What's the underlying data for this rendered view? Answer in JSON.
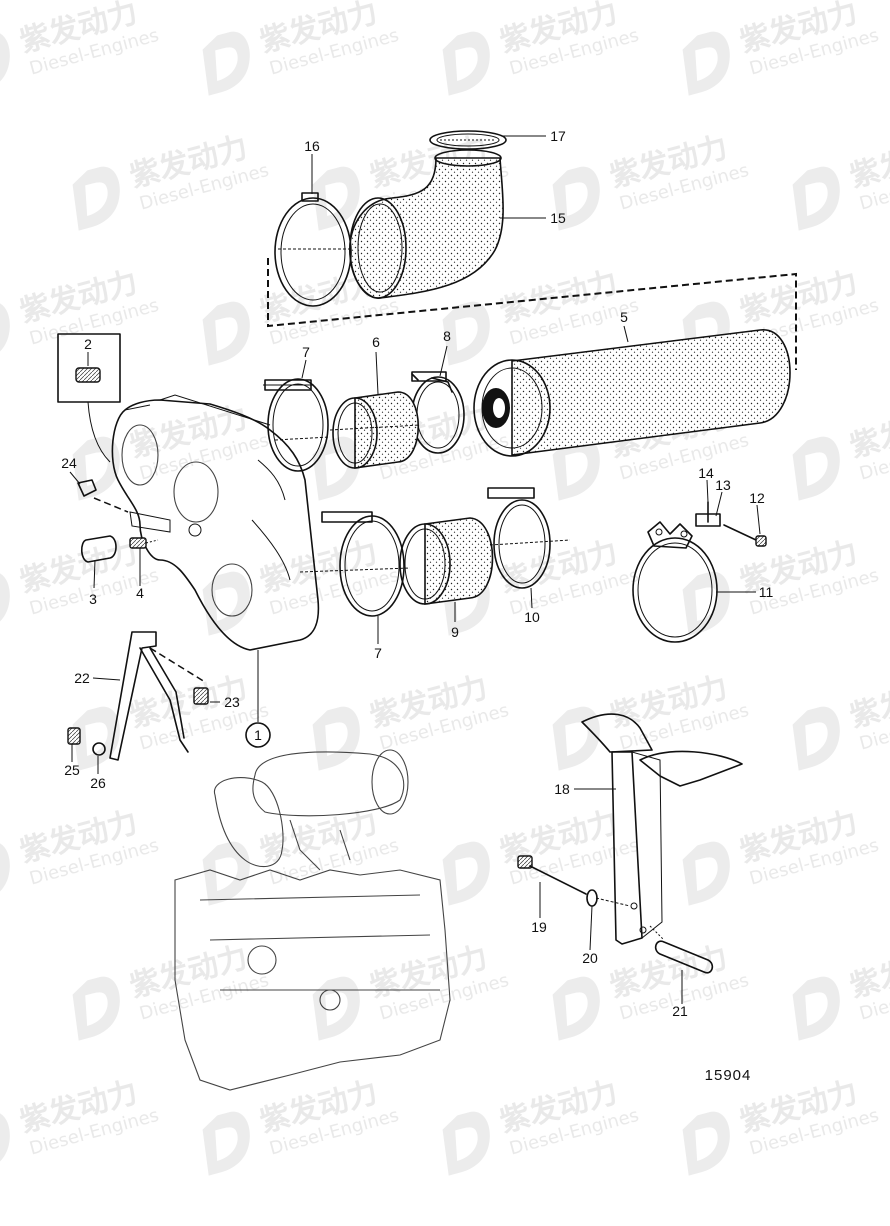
{
  "figure_number": "15904",
  "watermark": {
    "brand_cn": "紫发动力",
    "brand_en": "Diesel-Engines"
  },
  "callouts": [
    {
      "id": "1",
      "text": "1"
    },
    {
      "id": "2",
      "text": "2"
    },
    {
      "id": "3",
      "text": "3"
    },
    {
      "id": "4",
      "text": "4"
    },
    {
      "id": "5",
      "text": "5"
    },
    {
      "id": "6",
      "text": "6"
    },
    {
      "id": "7a",
      "text": "7"
    },
    {
      "id": "7b",
      "text": "7"
    },
    {
      "id": "8",
      "text": "8"
    },
    {
      "id": "9",
      "text": "9"
    },
    {
      "id": "10",
      "text": "10"
    },
    {
      "id": "11",
      "text": "11"
    },
    {
      "id": "12",
      "text": "12"
    },
    {
      "id": "13",
      "text": "13"
    },
    {
      "id": "14",
      "text": "14"
    },
    {
      "id": "15",
      "text": "15"
    },
    {
      "id": "16",
      "text": "16"
    },
    {
      "id": "17",
      "text": "17"
    },
    {
      "id": "18",
      "text": "18"
    },
    {
      "id": "19",
      "text": "19"
    },
    {
      "id": "20",
      "text": "20"
    },
    {
      "id": "21",
      "text": "21"
    },
    {
      "id": "22",
      "text": "22"
    },
    {
      "id": "23",
      "text": "23"
    },
    {
      "id": "24",
      "text": "24"
    },
    {
      "id": "25",
      "text": "25"
    },
    {
      "id": "26",
      "text": "26"
    }
  ]
}
